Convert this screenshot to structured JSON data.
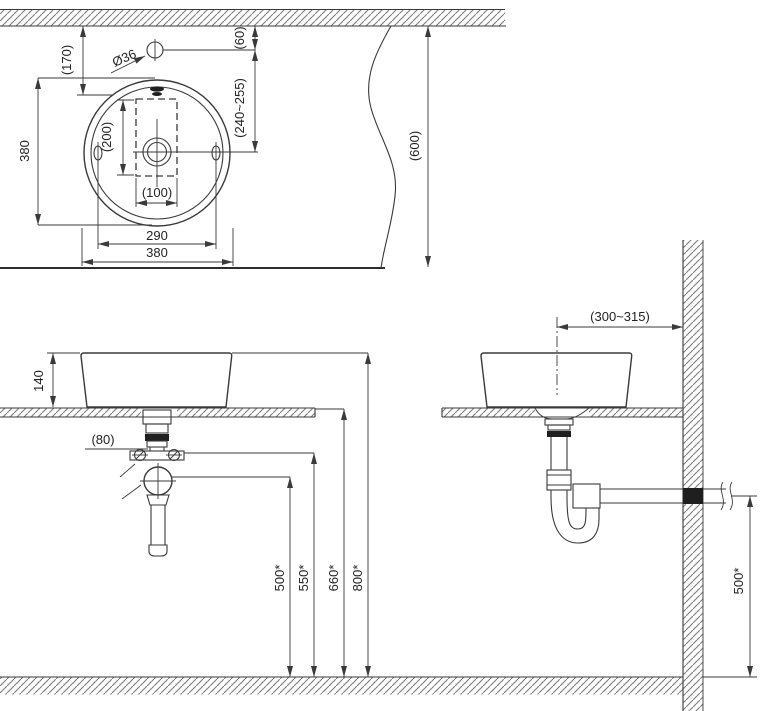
{
  "drawing": {
    "type": "washbasin-installation-technical-drawing",
    "units": "mm",
    "colors": {
      "line": "#3a3a3a",
      "background": "#ffffff",
      "dark_fill": "#1f1f1f",
      "hatch": "#787878"
    },
    "top_view": {
      "wall_to_template": "(170)",
      "faucet_hole_diameter": "Ø36",
      "wall_to_faucet_hole": "(60)",
      "faucet_hole_to_basin_center": "(240~255)",
      "basin_depth_overall": "380",
      "template_length": "(200)",
      "template_width": "(100)",
      "fixing_hole_centers": "290",
      "basin_width_overall": "380",
      "counter_depth": "(600)"
    },
    "front_view": {
      "basin_height": "140",
      "waste_pipe": "(80)",
      "floor_to_trap_center": "500*",
      "floor_to_waste_outlet": "550*",
      "floor_to_counter_top": "660*",
      "floor_to_basin_rim": "800*"
    },
    "side_view": {
      "basin_center_to_wall": "(300~315)",
      "floor_to_wall_outlet": "500*"
    }
  }
}
